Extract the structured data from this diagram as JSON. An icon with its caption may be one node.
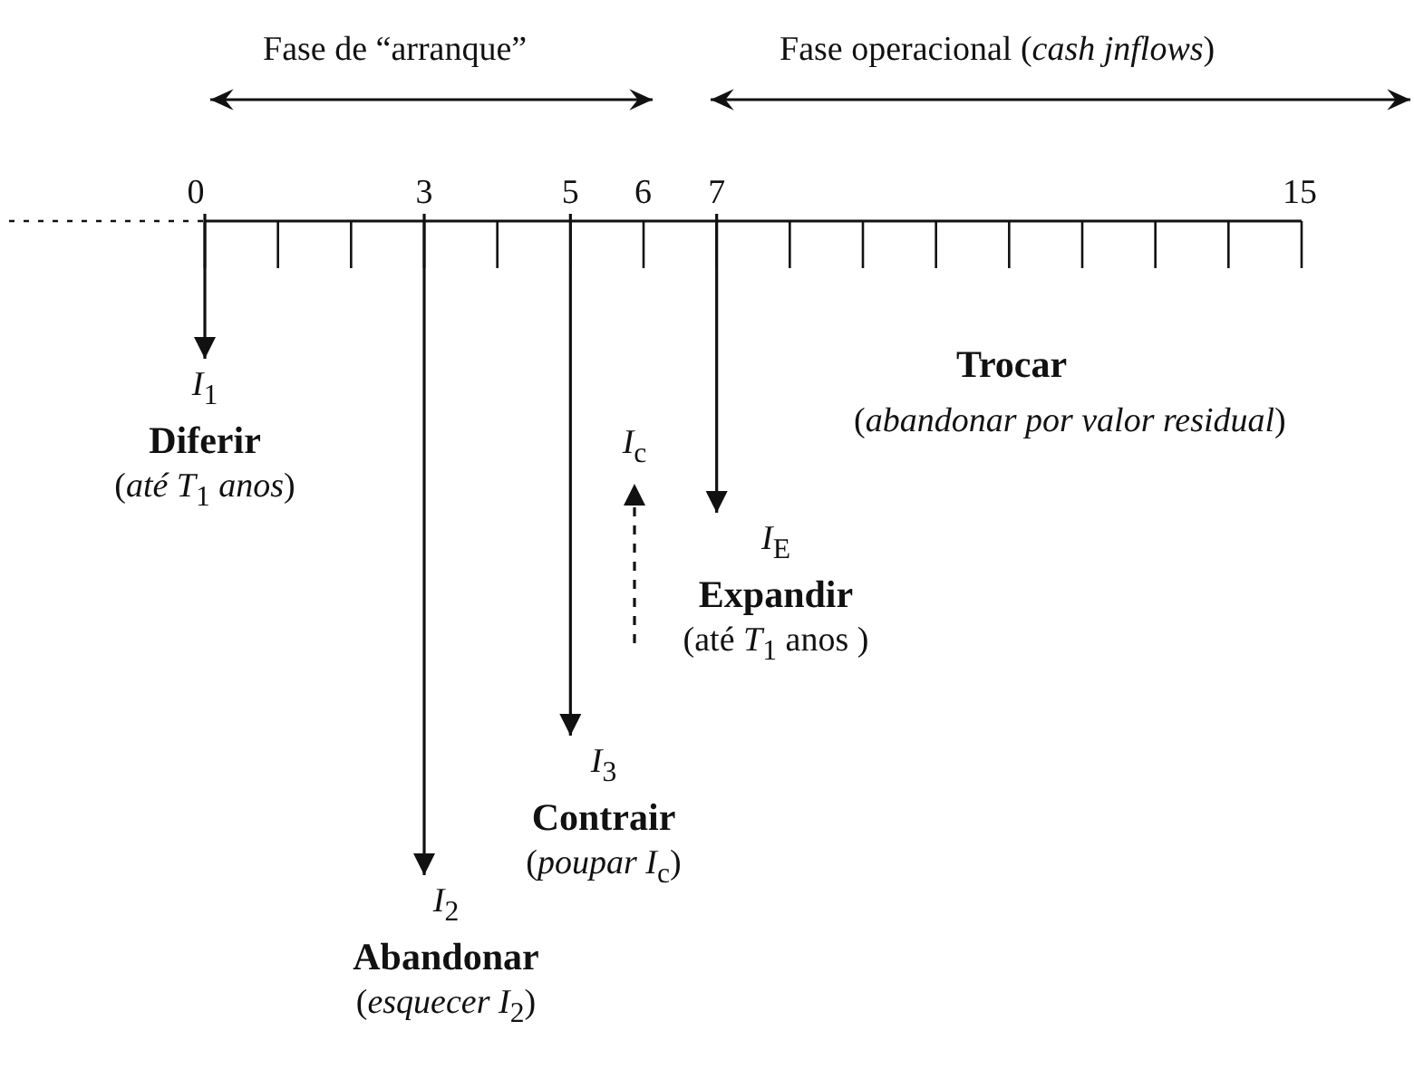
{
  "diagram": {
    "nodes": [
      {
        "text": [
          "*I*$_{1}$",
          "Diferir",
          "(*até T*$_{1}$ *anos*)"
        ]
      },
      {
        "text": [
          "*I*$_{2}$",
          "Abandonar",
          "(*esquecer I*$_{2}$)"
        ]
      },
      {
        "text": [
          "*I*$_{3}$",
          "Contrair",
          "(*poupar I*$_{c}$)"
        ]
      },
      {
        "text": [
          "*I*$_{c}$"
        ]
      },
      {
        "text": [
          "*I*$_{E}$",
          "Expandir",
          "(até *T*$_{1}$ anos )"
        ]
      },
      {
        "text": [
          "0"
        ]
      },
      {
        "text": [
          "3"
        ]
      },
      {
        "text": [
          "5"
        ]
      },
      {
        "text": [
          "7"
        ]
      }
    ],
    "edges": [
      {
        "from": 5,
        "to": 0,
        "arrow": "to"
      },
      {
        "from": 6,
        "to": 1,
        "arrow": "to"
      },
      {
        "from": 7,
        "to": 2,
        "arrow": "to"
      },
      {
        "from": null,
        "to": 3,
        "arrow": "to",
        "style": "dashed"
      },
      {
        "from": 8,
        "to": 4,
        "arrow": "to"
      }
    ],
    "labels": [
      "Fase de “arranque”",
      "Fase operacional (*cash jnflows*)",
      "6",
      "15",
      "Trocar",
      "(*abandonar por valor residual*)"
    ]
  }
}
